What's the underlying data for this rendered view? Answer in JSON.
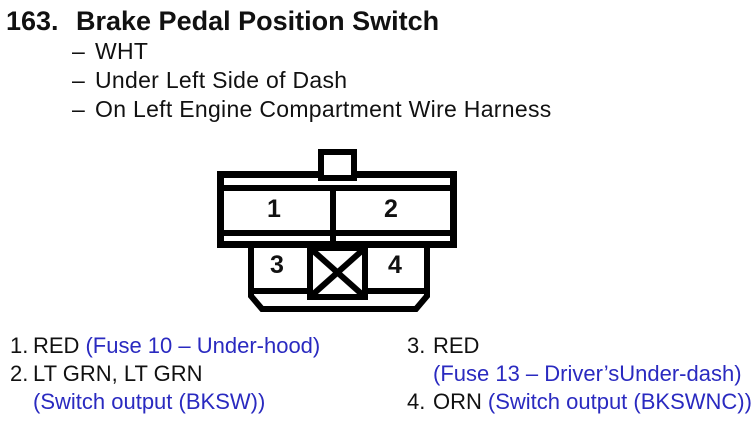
{
  "colors": {
    "text": "#111111",
    "blue": "#2a2ac0",
    "line": "#000000",
    "background": "#ffffff"
  },
  "header": {
    "item_number": "163.",
    "title": "Brake Pedal Position Switch",
    "bullet": "–",
    "details": [
      "WHT",
      "Under Left Side of Dash",
      "On Left Engine Compartment Wire Harness"
    ]
  },
  "connector": {
    "pin_labels": {
      "pin1": "1",
      "pin2": "2",
      "pin3": "3",
      "pin4": "4"
    }
  },
  "pin_list": {
    "left": {
      "row1": {
        "num": "1.",
        "wire": "RED",
        "note": "(Fuse 10 – Under-hood)"
      },
      "row2": {
        "num": "2.",
        "wire": "LT GRN, LT GRN",
        "note": ""
      },
      "row3": {
        "num": "",
        "wire": "",
        "note": "(Switch output (BKSW))"
      }
    },
    "right": {
      "row1": {
        "num": "3.",
        "wire": "RED",
        "note": ""
      },
      "row2": {
        "num": "",
        "wire": "",
        "note": "(Fuse 13 – Driver’sUnder-dash)"
      },
      "row3": {
        "num": "4.",
        "wire": "ORN",
        "note": "(Switch output (BKSWNC))"
      }
    }
  }
}
